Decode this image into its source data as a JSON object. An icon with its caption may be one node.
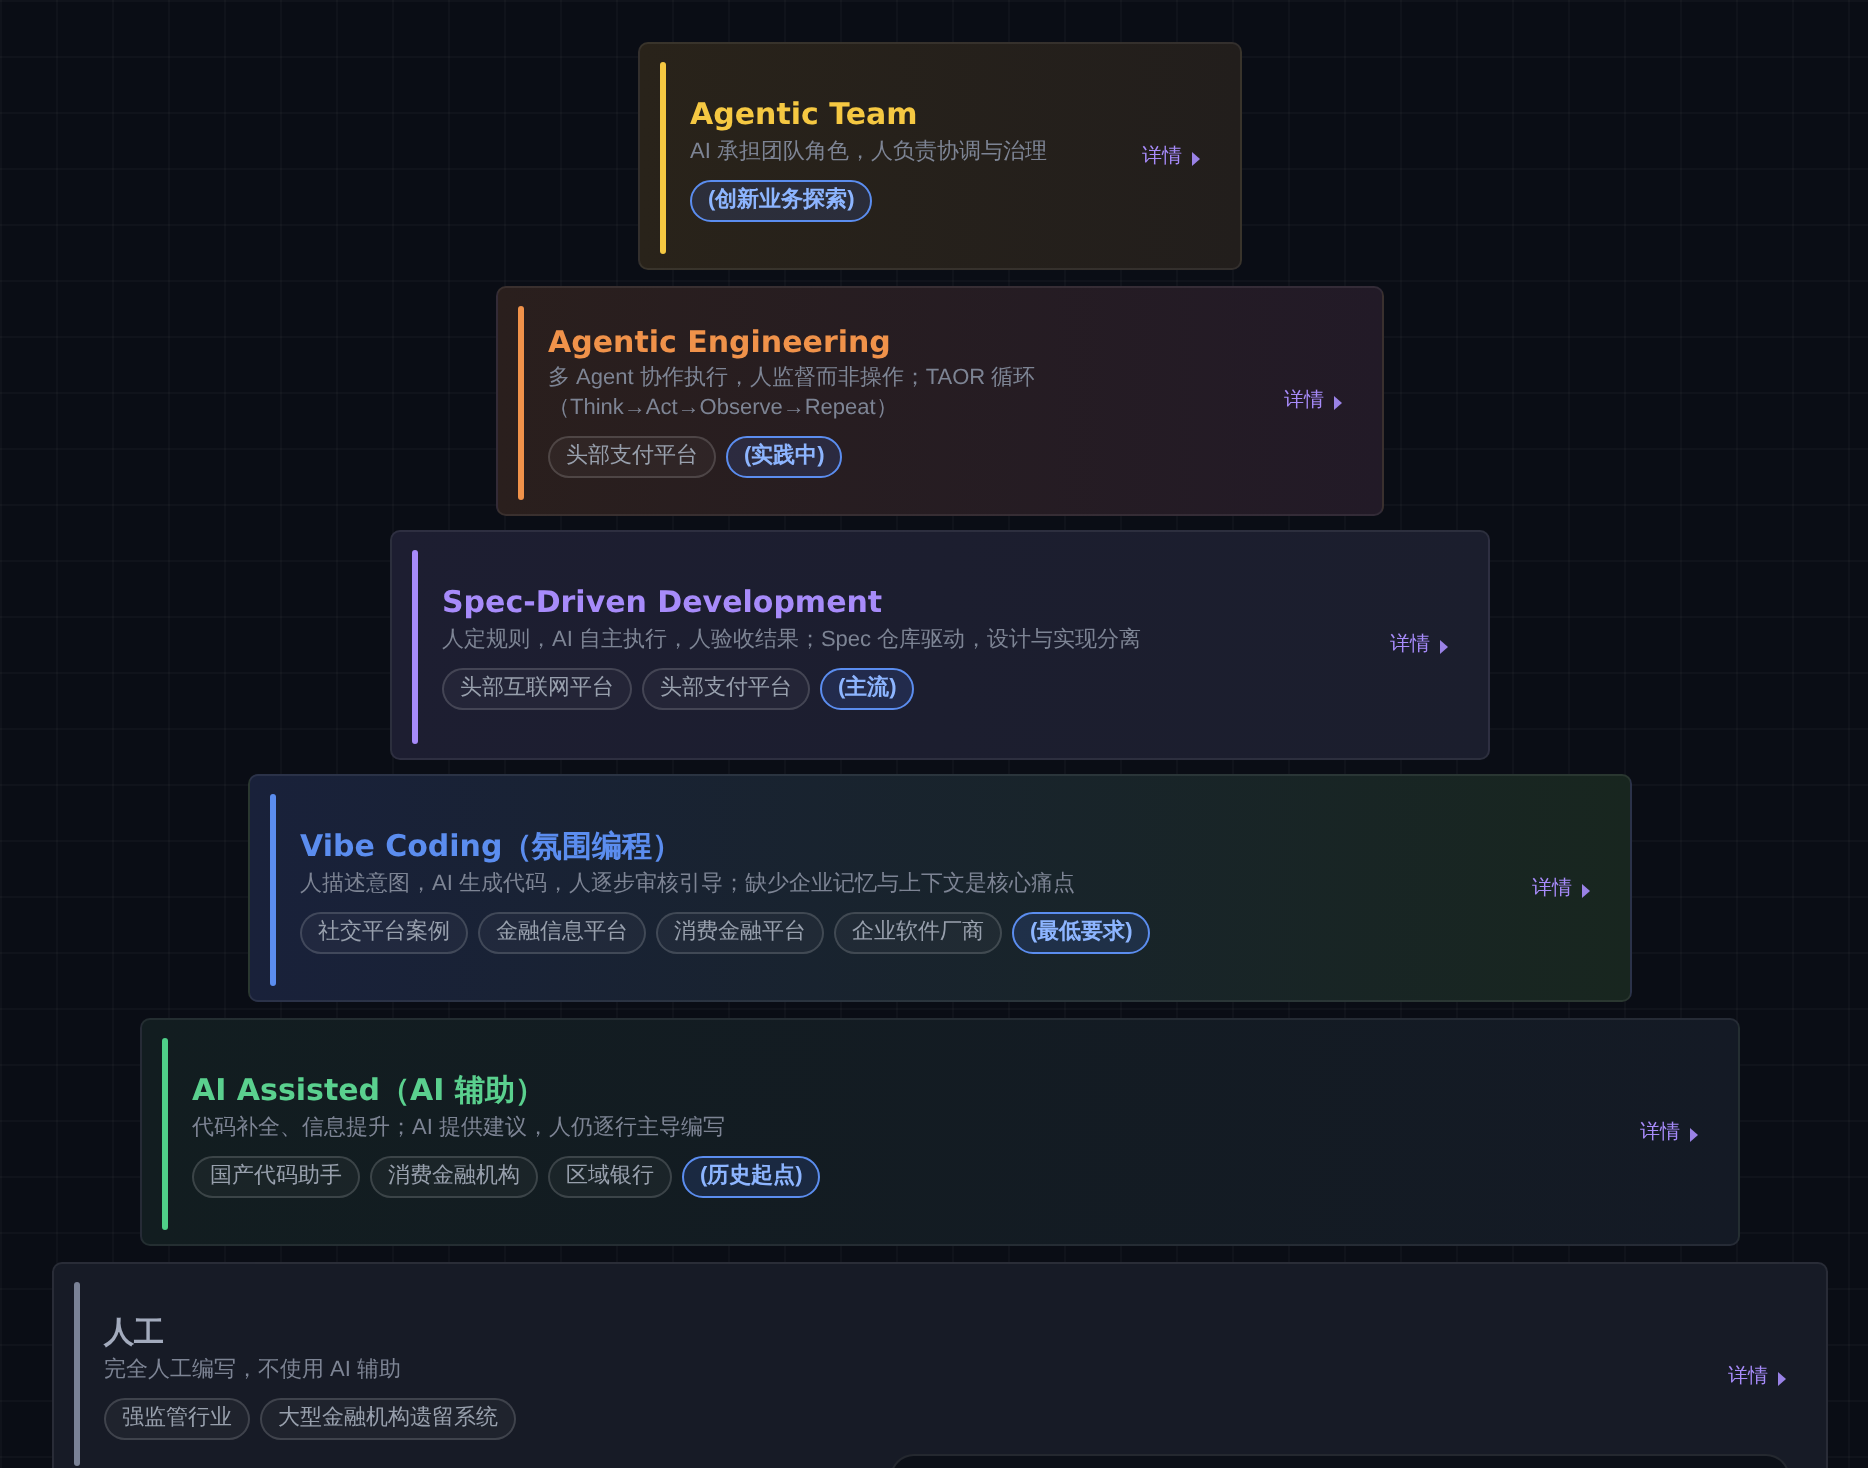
{
  "diagram": {
    "nodes": [
      {
        "text": [
          "Agentic Team",
          "AI 承担团队角色，人负责协调与治理",
          "详情"
        ]
      },
      {
        "text": [
          "(创新业务探索)"
        ],
        "in": 0
      },
      {
        "text": [
          "Agentic Engineering",
          "多 Agent 协作执行，人监督而非操作；TAOR 循环（Think→Act→Observe→Repeat）",
          "详情"
        ]
      },
      {
        "text": [
          "头部支付平台"
        ],
        "in": 2
      },
      {
        "text": [
          "(实践中)"
        ],
        "in": 2
      },
      {
        "text": [
          "Spec-Driven Development",
          "人定规则，AI 自主执行，人验收结果；Spec 仓库驱动，设计与实现分离",
          "详情"
        ]
      },
      {
        "text": [
          "头部互联网平台"
        ],
        "in": 5
      },
      {
        "text": [
          "头部支付平台"
        ],
        "in": 5
      },
      {
        "text": [
          "(主流)"
        ],
        "in": 5
      },
      {
        "text": [
          "Vibe Coding（氛围编程）",
          "人描述意图，AI 生成代码，人逐步审核引导；缺少企业记忆与上下文是核心痛点",
          "详情"
        ]
      },
      {
        "text": [
          "社交平台案例"
        ],
        "in": 9
      },
      {
        "text": [
          "金融信息平台"
        ],
        "in": 9
      },
      {
        "text": [
          "消费金融平台"
        ],
        "in": 9
      },
      {
        "text": [
          "企业软件厂商"
        ],
        "in": 9
      },
      {
        "text": [
          "(最低要求)"
        ],
        "in": 9
      },
      {
        "text": [
          "AI Assisted（AI 辅助）",
          "代码补全、信息提升；AI 提供建议，人仍逐行主导编写",
          "详情"
        ]
      },
      {
        "text": [
          "国产代码助手"
        ],
        "in": 15
      },
      {
        "text": [
          "消费金融机构"
        ],
        "in": 15
      },
      {
        "text": [
          "区域银行"
        ],
        "in": 15
      },
      {
        "text": [
          "(历史起点)"
        ],
        "in": 15
      },
      {
        "text": [
          "人工",
          "完全人工编写，不使用 AI 辅助",
          "详情"
        ]
      },
      {
        "text": [
          "强监管行业"
        ],
        "in": 20
      },
      {
        "text": [
          "大型金融机构遗留系统"
        ],
        "in": 20
      }
    ]
  }
}
